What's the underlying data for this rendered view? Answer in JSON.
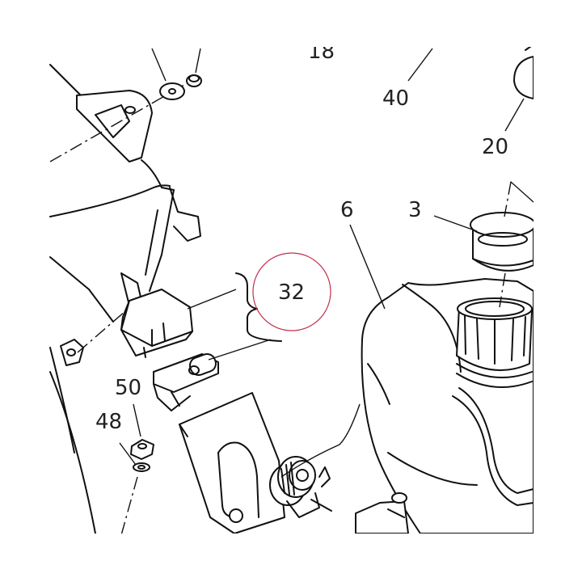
{
  "callouts": {
    "c18": "18",
    "c40": "40",
    "c20": "20",
    "c6": "6",
    "c3": "3",
    "c32": "32",
    "c50": "50",
    "c48": "48"
  },
  "colors": {
    "line": "#111111",
    "highlight_circle": "#c0304a",
    "background": "#ffffff"
  }
}
